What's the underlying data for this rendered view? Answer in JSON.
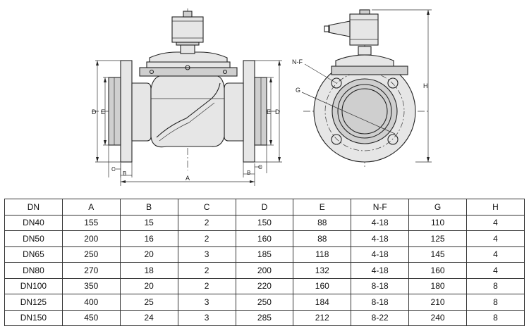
{
  "drawing": {
    "labels": {
      "a": "A",
      "b": "B",
      "c": "C",
      "d": "D",
      "e": "E",
      "g": "G",
      "h": "H",
      "nf": "N-F"
    }
  },
  "table": {
    "headers": [
      "DN",
      "A",
      "B",
      "C",
      "D",
      "E",
      "N-F",
      "G",
      "H"
    ],
    "rows": [
      [
        "DN40",
        "155",
        "15",
        "2",
        "150",
        "88",
        "4-18",
        "110",
        "4"
      ],
      [
        "DN50",
        "200",
        "16",
        "2",
        "160",
        "88",
        "4-18",
        "125",
        "4"
      ],
      [
        "DN65",
        "250",
        "20",
        "3",
        "185",
        "118",
        "4-18",
        "145",
        "4"
      ],
      [
        "DN80",
        "270",
        "18",
        "2",
        "200",
        "132",
        "4-18",
        "160",
        "4"
      ],
      [
        "DN100",
        "350",
        "20",
        "2",
        "220",
        "160",
        "8-18",
        "180",
        "8"
      ],
      [
        "DN125",
        "400",
        "25",
        "3",
        "250",
        "184",
        "8-18",
        "210",
        "8"
      ],
      [
        "DN150",
        "450",
        "24",
        "3",
        "285",
        "212",
        "8-22",
        "240",
        "8"
      ]
    ]
  }
}
